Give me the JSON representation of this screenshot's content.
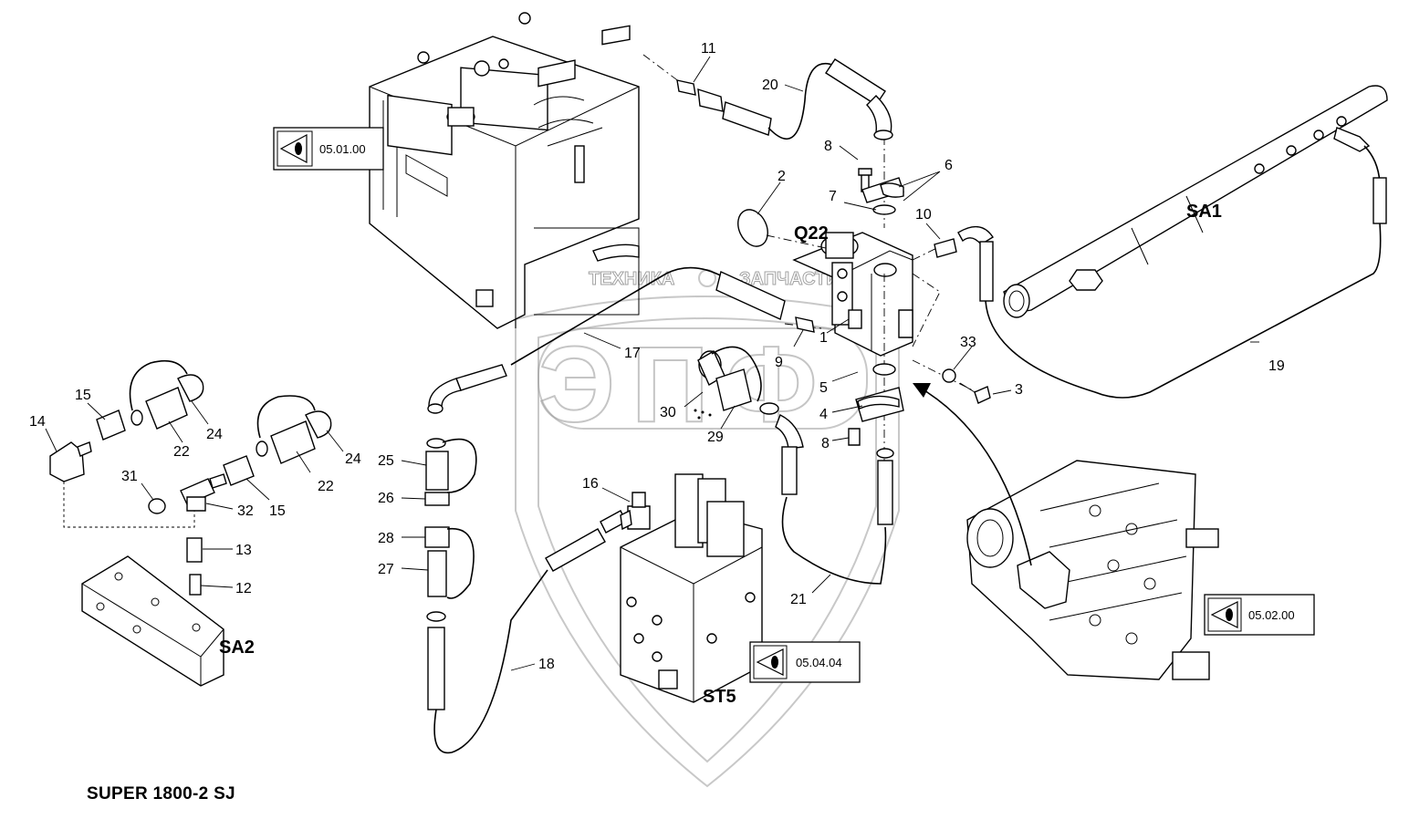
{
  "model": "SUPER 1800-2 SJ",
  "watermark": {
    "line": "ТЕХНИКА",
    "line2": "ЗАПЧАСТИ",
    "logo": "ЭПФ"
  },
  "assemblies": {
    "q22": "Q22",
    "sa1": "SA1",
    "sa2": "SA2",
    "st5": "ST5"
  },
  "view_refs": {
    "ref1": "05.01.00",
    "ref2": "05.02.00",
    "ref3": "05.04.04"
  },
  "callouts": {
    "c1": "1",
    "c2": "2",
    "c3": "3",
    "c4": "4",
    "c5": "5",
    "c6": "6",
    "c7": "7",
    "c8a": "8",
    "c8b": "8",
    "c9": "9",
    "c10": "10",
    "c11": "11",
    "c12": "12",
    "c13": "13",
    "c14": "14",
    "c15a": "15",
    "c15b": "15",
    "c16": "16",
    "c17": "17",
    "c18": "18",
    "c19": "19",
    "c20": "20",
    "c21": "21",
    "c22a": "22",
    "c22b": "22",
    "c24a": "24",
    "c24b": "24",
    "c25": "25",
    "c26": "26",
    "c27": "27",
    "c28": "28",
    "c29": "29",
    "c30": "30",
    "c31": "31",
    "c32": "32",
    "c33": "33"
  },
  "colors": {
    "line": "#000000",
    "watermark": "#9a9a9a",
    "background": "#ffffff"
  }
}
